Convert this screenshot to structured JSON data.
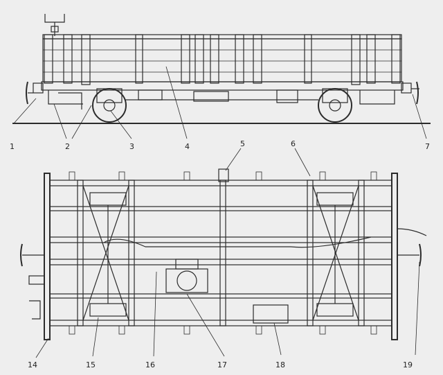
{
  "callouts": {
    "side": [
      "1",
      "2",
      "3",
      "4",
      "7"
    ],
    "top_upper": [
      "5",
      "6"
    ],
    "bottom": [
      "14",
      "15",
      "16",
      "17",
      "18",
      "19"
    ]
  },
  "colors": {
    "ink": "#2b2b2b",
    "paper": "#eeeeee"
  }
}
